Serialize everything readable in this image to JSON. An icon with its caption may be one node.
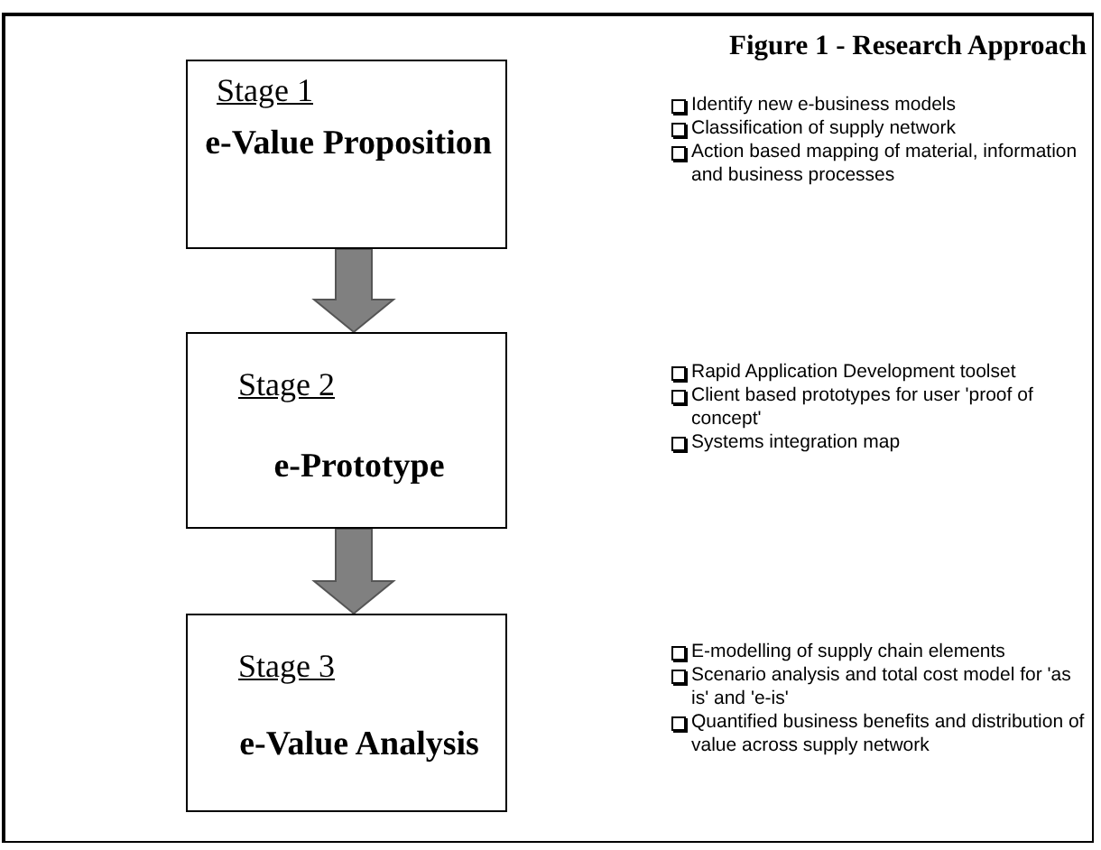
{
  "diagram": {
    "title": "Figure 1 - Research Approach",
    "nodes": [
      {
        "text": [
          "Stage 1",
          "e-Value Proposition"
        ],
        "beside": [
          "Identify new e-business models",
          "Classification of supply network",
          "Action based mapping of material, information and business processes"
        ]
      },
      {
        "text": [
          "Stage 2",
          "e-Prototype"
        ],
        "beside": [
          "Rapid Application Development toolset",
          "Client based prototypes for user 'proof of concept'",
          "Systems integration map"
        ]
      },
      {
        "text": [
          "Stage 3",
          "e-Value Analysis"
        ],
        "beside": [
          "E-modelling of supply chain elements",
          "Scenario analysis and total cost model for 'as is' and 'e-is'",
          "Quantified business benefits and distribution of value across supply network"
        ]
      }
    ],
    "edges": [
      {
        "from": 0,
        "to": 1,
        "arrow": "to"
      },
      {
        "from": 1,
        "to": 2,
        "arrow": "to"
      }
    ]
  }
}
